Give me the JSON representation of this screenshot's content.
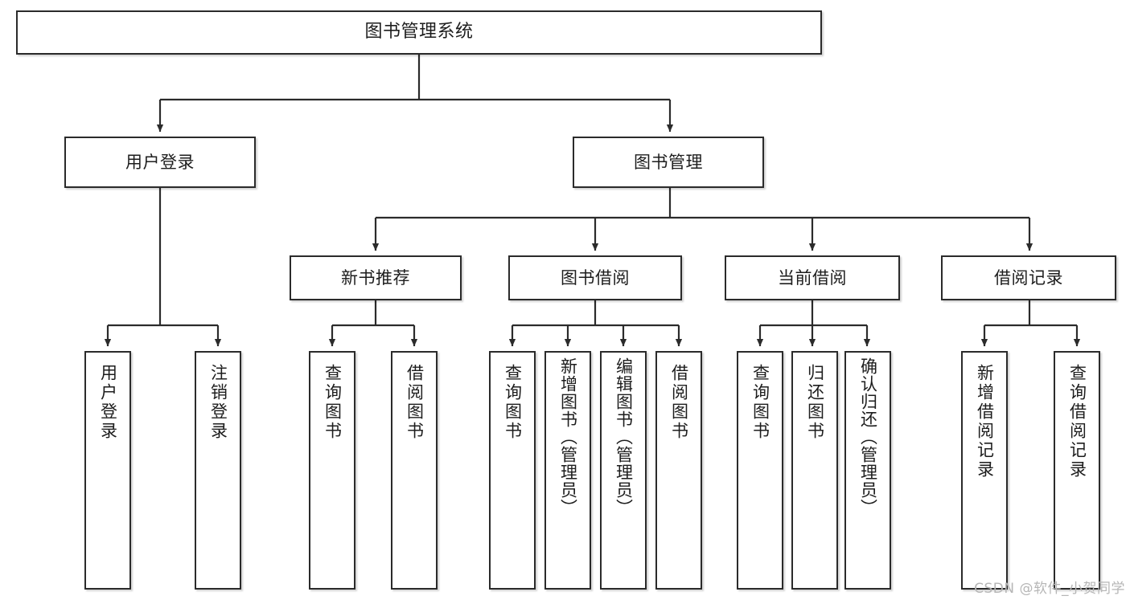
{
  "diagram": {
    "type": "tree-hierarchy",
    "title": "图书管理系统",
    "watermark": "CSDN @软件_小贺同学",
    "colors": {
      "stroke": "#2b2b2b",
      "fill": "#ffffff",
      "text": "#1d1d1d",
      "watermark": "#b6b6b6"
    },
    "nodes": {
      "root": {
        "label": "图书管理系统"
      },
      "level1": [
        {
          "id": "user-login",
          "label": "用户登录"
        },
        {
          "id": "book-management",
          "label": "图书管理"
        }
      ],
      "level2": [
        {
          "id": "new-book-recommend",
          "label": "新书推荐"
        },
        {
          "id": "book-borrow",
          "label": "图书借阅"
        },
        {
          "id": "current-borrow",
          "label": "当前借阅"
        },
        {
          "id": "borrow-record",
          "label": "借阅记录"
        }
      ],
      "leaves": {
        "user-login": [
          {
            "id": "leaf-user-login",
            "label": "用户登录"
          },
          {
            "id": "leaf-logout",
            "label": "注销登录"
          }
        ],
        "new-book-recommend": [
          {
            "id": "leaf-query-book-1",
            "label": "查询图书"
          },
          {
            "id": "leaf-borrow-book-1",
            "label": "借阅图书"
          }
        ],
        "book-borrow": [
          {
            "id": "leaf-query-book-2",
            "label": "查询图书"
          },
          {
            "id": "leaf-add-book-admin",
            "label": "新增图书（管理员）"
          },
          {
            "id": "leaf-edit-book-admin",
            "label": "编辑图书（管理员）"
          },
          {
            "id": "leaf-borrow-book-2",
            "label": "借阅图书"
          }
        ],
        "current-borrow": [
          {
            "id": "leaf-query-book-3",
            "label": "查询图书"
          },
          {
            "id": "leaf-return-book",
            "label": "归还图书"
          },
          {
            "id": "leaf-confirm-return-admin",
            "label": "确认归还（管理员）"
          }
        ],
        "borrow-record": [
          {
            "id": "leaf-add-borrow-record",
            "label": "新增借阅记录"
          },
          {
            "id": "leaf-query-borrow-record",
            "label": "查询借阅记录"
          }
        ]
      }
    }
  }
}
